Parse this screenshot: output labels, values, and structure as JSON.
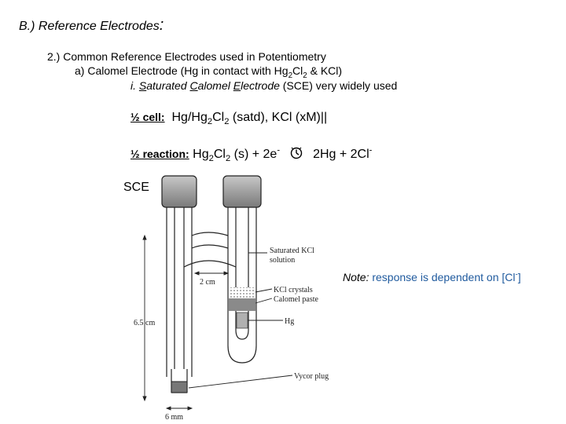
{
  "title": {
    "main": "B.) Reference Electrodes",
    "colon": ":"
  },
  "line1": "2.) Common Reference Electrodes used in Potentiometry",
  "line2": {
    "pre": "a) Calomel Electrode (Hg in contact with Hg",
    "s1": "2",
    "mid": "Cl",
    "s2": "2",
    "post": " & KCl)"
  },
  "line3": {
    "roman": "i.",
    "w1": "S",
    "w1rest": "aturated ",
    "w2": "C",
    "w2rest": "alomel ",
    "w3": "E",
    "w3rest": "lectrode",
    "tail": " (SCE) very widely used"
  },
  "half_cell": {
    "label": "½ cell:",
    "pre": "Hg/Hg",
    "s1": "2",
    "mid": "Cl",
    "s2": "2",
    "post": " (satd), KCl (xM)||"
  },
  "half_reaction": {
    "label": "½ reaction:",
    "pre": "Hg",
    "s1": "2",
    "mid": "Cl",
    "s2": "2",
    "post": " (s) + 2e",
    "sup1": "-",
    "right": "2Hg + 2Cl",
    "sup2": "-"
  },
  "sce_label": "SCE",
  "note": {
    "prefix": "Note:",
    "body": " response is dependent on [Cl",
    "sup": "-",
    "close": "]"
  },
  "diagram_labels": {
    "saturated_kcl": "Saturated KCl",
    "solution": "solution",
    "two_cm": "2 cm",
    "kcl_crystals": "KCl crystals",
    "calomel_paste": "Calomel paste",
    "hg": "Hg",
    "six_five_cm": "6.5 cm",
    "vycor_plug": "Vycor plug",
    "six_mm": "6 mm"
  },
  "colors": {
    "note_body": "#1f5a9e",
    "cap": "#9a9a9a",
    "paste": "#8a8a8a"
  }
}
